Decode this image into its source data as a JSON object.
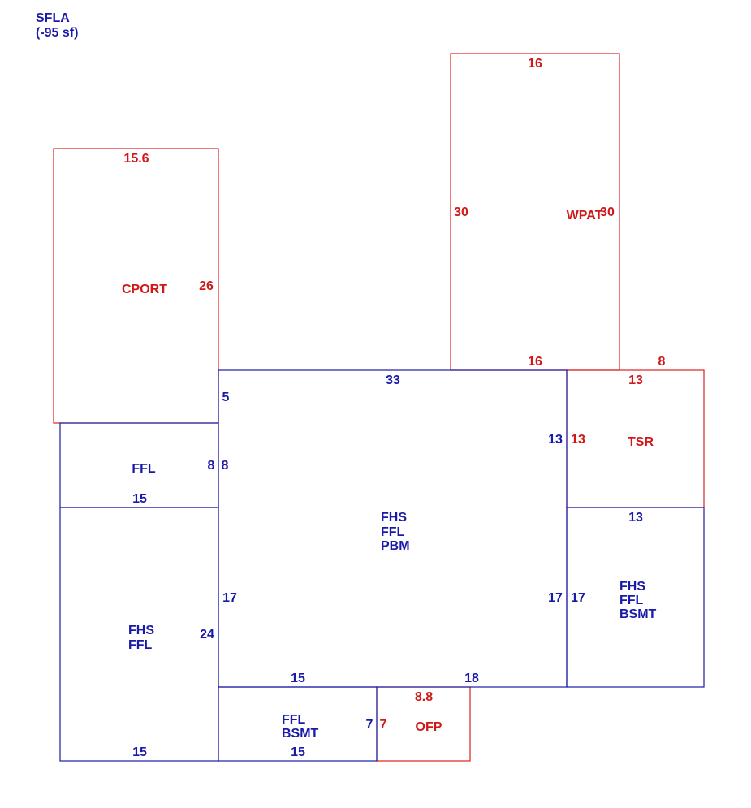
{
  "header": {
    "line1": "SFLA",
    "line2": "(-95 sf)"
  },
  "colors": {
    "living_area": "#1a1aa8",
    "non_living_area": "#d01818"
  },
  "areas": {
    "cport": {
      "label": "CPORT",
      "dims": {
        "top": "15.6",
        "right": "26"
      }
    },
    "wpat": {
      "label": "WPAT",
      "dims": {
        "top": "16",
        "left": "30",
        "right": "30",
        "bottom": "16"
      }
    },
    "tsr": {
      "label": "TSR",
      "dims": {
        "top_outer": "8",
        "top": "13",
        "left": "13"
      }
    },
    "main": {
      "lines": [
        "FHS",
        "FFL",
        "PBM"
      ],
      "dims": {
        "top": "33",
        "left_upper": "5",
        "left_mid": "8",
        "left_lower": "17",
        "right_upper": "13",
        "right_lower": "17",
        "bottom_left": "15",
        "bottom_right": "18"
      }
    },
    "west_small": {
      "label": "FFL",
      "dims": {
        "right": "8",
        "bottom": "15"
      }
    },
    "west_large": {
      "lines": [
        "FHS",
        "FFL"
      ],
      "dims": {
        "right": "24",
        "bottom": "15"
      }
    },
    "east": {
      "lines": [
        "FHS",
        "FFL",
        "BSMT"
      ],
      "dims": {
        "top": "13",
        "left": "17"
      }
    },
    "south": {
      "lines": [
        "FFL",
        "BSMT"
      ],
      "dims": {
        "right": "7",
        "bottom": "15"
      }
    },
    "ofp": {
      "label": "OFP",
      "dims": {
        "top": "8.8",
        "left": "7"
      }
    }
  }
}
